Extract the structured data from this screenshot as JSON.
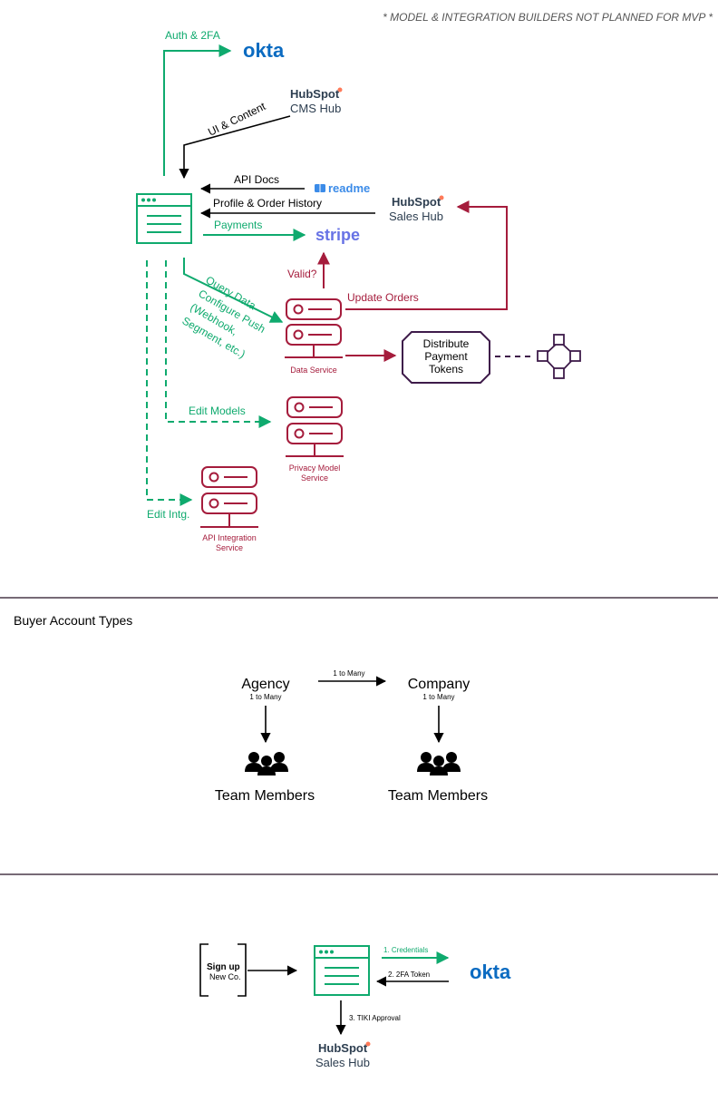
{
  "colors": {
    "green": "#0faa6e",
    "maroon": "#a51c3c",
    "purple": "#3e1b4a",
    "okta": "#0b6bc1",
    "stripe": "#6772e5",
    "readme": "#3b8be8",
    "hubspot": "#2d3e50",
    "hubspot_dot": "#ff7a59",
    "divider": "#4a3848"
  },
  "note": "* MODEL & INTEGRATION BUILDERS NOT PLANNED FOR MVP *",
  "logos": {
    "okta": "okta",
    "stripe": "stripe",
    "readme": "readme",
    "hubspot": "HubSpot",
    "cms_hub": "CMS Hub",
    "sales_hub": "Sales Hub"
  },
  "arch": {
    "auth_label": "Auth & 2FA",
    "ui_content_label": "UI & Content",
    "api_docs_label": "API Docs",
    "profile_label": "Profile & Order History",
    "payments_label": "Payments",
    "query_label": "Query Data",
    "configure_label": [
      "Configure Push",
      "(Webhook,",
      "Segment, etc.)"
    ],
    "valid_label": "Valid?",
    "update_orders_label": "Update Orders",
    "data_service_label": "Data Service",
    "distribute_label": [
      "Distribute",
      "Payment",
      "Tokens"
    ],
    "edit_models_label": "Edit Models",
    "privacy_service_label": [
      "Privacy Model",
      "Service"
    ],
    "edit_intg_label": "Edit Intg.",
    "api_service_label": [
      "API Integration",
      "Service"
    ]
  },
  "buyer": {
    "section_title": "Buyer Account Types",
    "agency": "Agency",
    "agency_rel": "1 to Many",
    "company": "Company",
    "company_rel": "1 to Many",
    "link_rel": "1 to Many",
    "team_members_left": "Team Members",
    "team_members_right": "Team Members"
  },
  "signup": {
    "title": "Sign up",
    "subtitle": "New Co.",
    "step1": "1. Credentials",
    "step2": "2. 2FA Token",
    "step3": "3. TIKI Approval"
  }
}
